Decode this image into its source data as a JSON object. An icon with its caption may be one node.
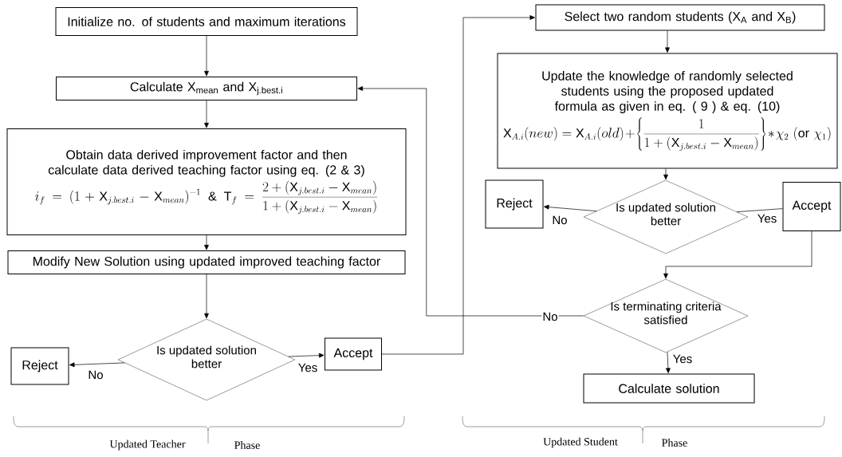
{
  "diagram": {
    "nodes": [
      {
        "text": [
          "Initialize no. of students and maximum iterations"
        ]
      },
      {
        "text": [
          "Calculate X$_{mean}$ and X$_{j.best.i}$"
        ]
      },
      {
        "text": [
          "Obtain data derived improvement factor and then calculate data derived teaching factor using eq. (2 & 3)",
          "i_f = (1 + \\mathrm{X}_{j.best.i} - \\mathrm{X}_{mean})^{-1} \\;\\&\\; \\mathrm{T}_f = \\frac{2+(\\mathrm{X}_{j.best.i}-\\mathrm{X}_{mean})}{1+(\\mathrm{X}_{j.best.i}-\\mathrm{X}_{mean})}"
        ]
      },
      {
        "text": [
          "Modify New Solution using updated improved teaching factor"
        ]
      },
      {
        "text": [
          "Is updated solution better"
        ]
      },
      {
        "text": [
          "Reject"
        ]
      },
      {
        "text": [
          "Accept"
        ]
      },
      {
        "text": [
          "Select two random students (X$_{A}$ and X$_{B}$)"
        ]
      },
      {
        "text": [
          "Update the knowledge of randomly selected students using the proposed updated formula as given in eq. ( 9 ) & eq. (10)",
          "\\mathrm{X}_{A.i}(new) = \\mathrm{X}_{A.i}(old) + \\left\\{\\frac{1}{1+(\\mathrm{X}_{j.best.i}-\\mathrm{X}_{mean})}\\right\\} * \\chi_2\\ (\\mathrm{or}\\ \\chi_1)"
        ]
      },
      {
        "text": [
          "Reject"
        ]
      },
      {
        "text": [
          "Is updated solution better"
        ]
      },
      {
        "text": [
          "Accept"
        ]
      },
      {
        "text": [
          "Is terminating criteria satisfied"
        ]
      },
      {
        "text": [
          "Calculate solution"
        ]
      }
    ],
    "edges": [
      {
        "from": 0,
        "to": 1,
        "arrow": "to"
      },
      {
        "from": 1,
        "to": 2,
        "arrow": "to"
      },
      {
        "from": 2,
        "to": 3,
        "arrow": "to"
      },
      {
        "from": 3,
        "to": 4,
        "arrow": "to"
      },
      {
        "from": 4,
        "to": 5,
        "arrow": "to",
        "label": "No"
      },
      {
        "from": 4,
        "to": 6,
        "arrow": "to",
        "label": "Yes"
      },
      {
        "from": 6,
        "to": 7,
        "arrow": "to"
      },
      {
        "from": 7,
        "to": 8,
        "arrow": "to"
      },
      {
        "from": 8,
        "to": 10,
        "arrow": "to"
      },
      {
        "from": 10,
        "to": 9,
        "arrow": "to",
        "label": "No"
      },
      {
        "from": 10,
        "to": 11,
        "arrow": "none",
        "label": "Yes"
      },
      {
        "from": 11,
        "to": 12,
        "arrow": "to"
      },
      {
        "from": 12,
        "to": 1,
        "arrow": "to",
        "label": "No"
      },
      {
        "from": 12,
        "to": 13,
        "arrow": "to",
        "label": "Yes"
      }
    ],
    "labels": [
      "Updated Teacher",
      "Phase",
      "Updated Student",
      "Phase"
    ]
  }
}
